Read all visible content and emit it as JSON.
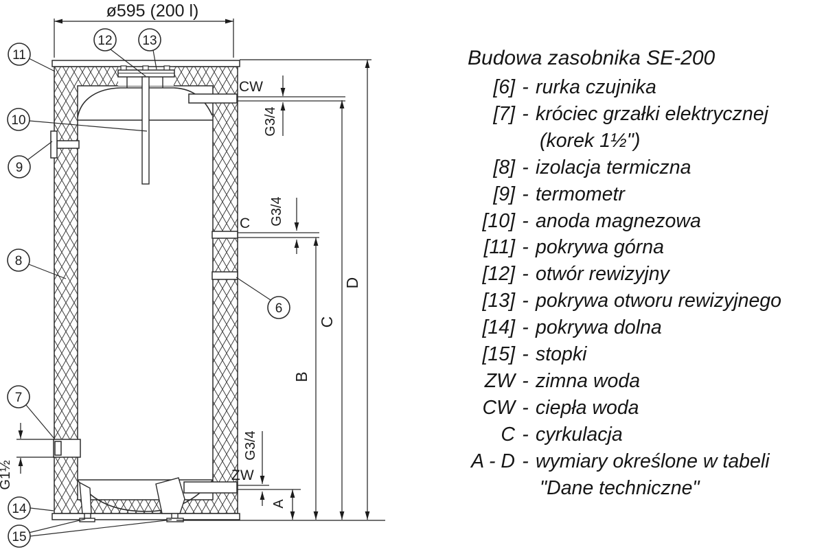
{
  "drawing": {
    "labels": {
      "dim_top": "ø595 (200 l)",
      "cw": "CW",
      "c_port": "C",
      "zw": "ZW",
      "g34": "G3/4",
      "g112": "G1½",
      "dim_a": "A",
      "dim_b": "B",
      "dim_c": "C",
      "dim_d": "D"
    },
    "callouts": {
      "c6": "6",
      "c7": "7",
      "c8": "8",
      "c9": "9",
      "c10": "10",
      "c11": "11",
      "c12": "12",
      "c13": "13",
      "c14": "14",
      "c15": "15"
    },
    "line_color": "#2b2b2b"
  },
  "legend": {
    "title": "Budowa zasobnika SE-200",
    "items": [
      {
        "key": "[6]",
        "text": "rurka czujnika"
      },
      {
        "key": "[7]",
        "text": "króciec grzałki elektrycznej"
      },
      {
        "key": "",
        "text": "(korek 1½\")"
      },
      {
        "key": "[8]",
        "text": "izolacja termiczna"
      },
      {
        "key": "[9]",
        "text": "termometr"
      },
      {
        "key": "[10]",
        "text": "anoda magnezowa"
      },
      {
        "key": "[11]",
        "text": "pokrywa górna"
      },
      {
        "key": "[12]",
        "text": "otwór rewizyjny"
      },
      {
        "key": "[13]",
        "text": "pokrywa otworu rewizyjnego"
      },
      {
        "key": "[14]",
        "text": "pokrywa dolna"
      },
      {
        "key": "[15]",
        "text": "stopki"
      },
      {
        "key": "ZW",
        "text": "zimna woda"
      },
      {
        "key": "CW",
        "text": "ciepła woda"
      },
      {
        "key": "C",
        "text": "cyrkulacja"
      },
      {
        "key": "A - D",
        "text": "wymiary określone w tabeli"
      },
      {
        "key": "",
        "text": "\"Dane techniczne\""
      }
    ]
  }
}
